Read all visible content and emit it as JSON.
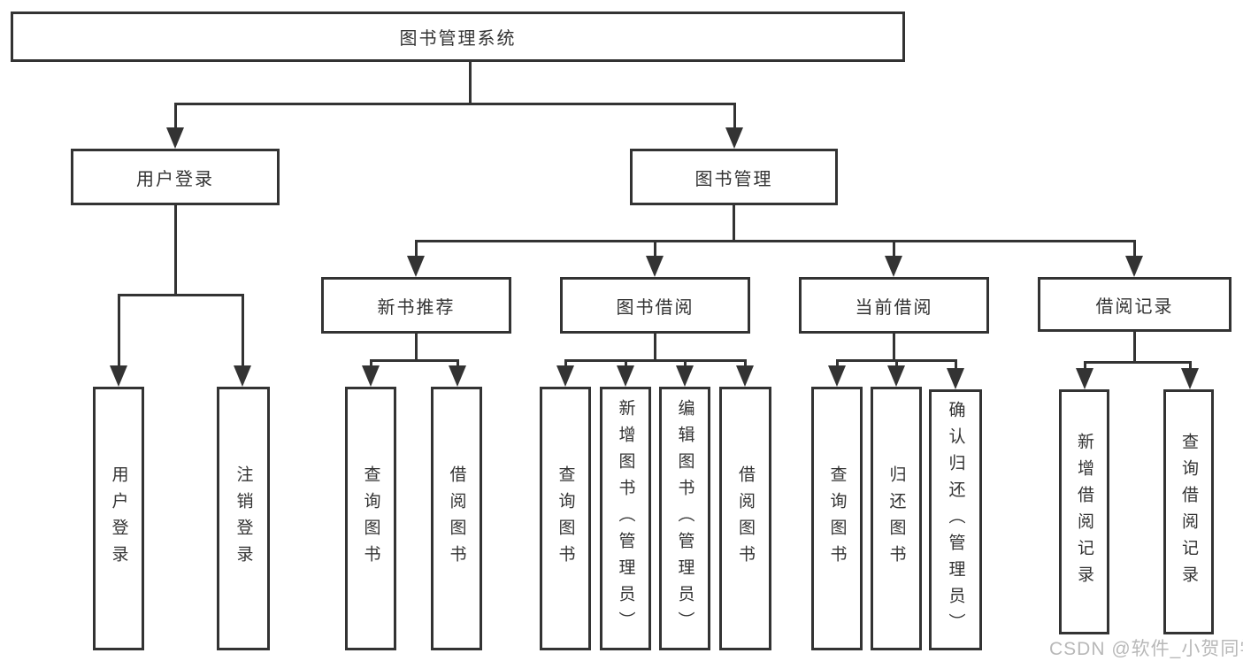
{
  "nodes": {
    "root": "图书管理系统",
    "user_login": "用户登录",
    "book_mgmt": "图书管理",
    "new_book": "新书推荐",
    "book_borrow": "图书借阅",
    "current_borrow": "当前借阅",
    "borrow_record": "借阅记录"
  },
  "leaves": {
    "user_login": [
      "用户登录",
      "注销登录"
    ],
    "new_book": [
      "查询图书",
      "借阅图书"
    ],
    "book_borrow": [
      "查询图书",
      "新增图书（管理员）",
      "编辑图书（管理员）",
      "借阅图书"
    ],
    "current_borrow": [
      "查询图书",
      "归还图书",
      "确认归还（管理员）"
    ],
    "borrow_record": [
      "新增借阅记录",
      "查询借阅记录"
    ]
  },
  "watermark": "CSDN @软件_小贺同学",
  "colors": {
    "line": "#333333",
    "text": "#333333",
    "watermark": "#b5b5b5",
    "background": "#ffffff"
  }
}
